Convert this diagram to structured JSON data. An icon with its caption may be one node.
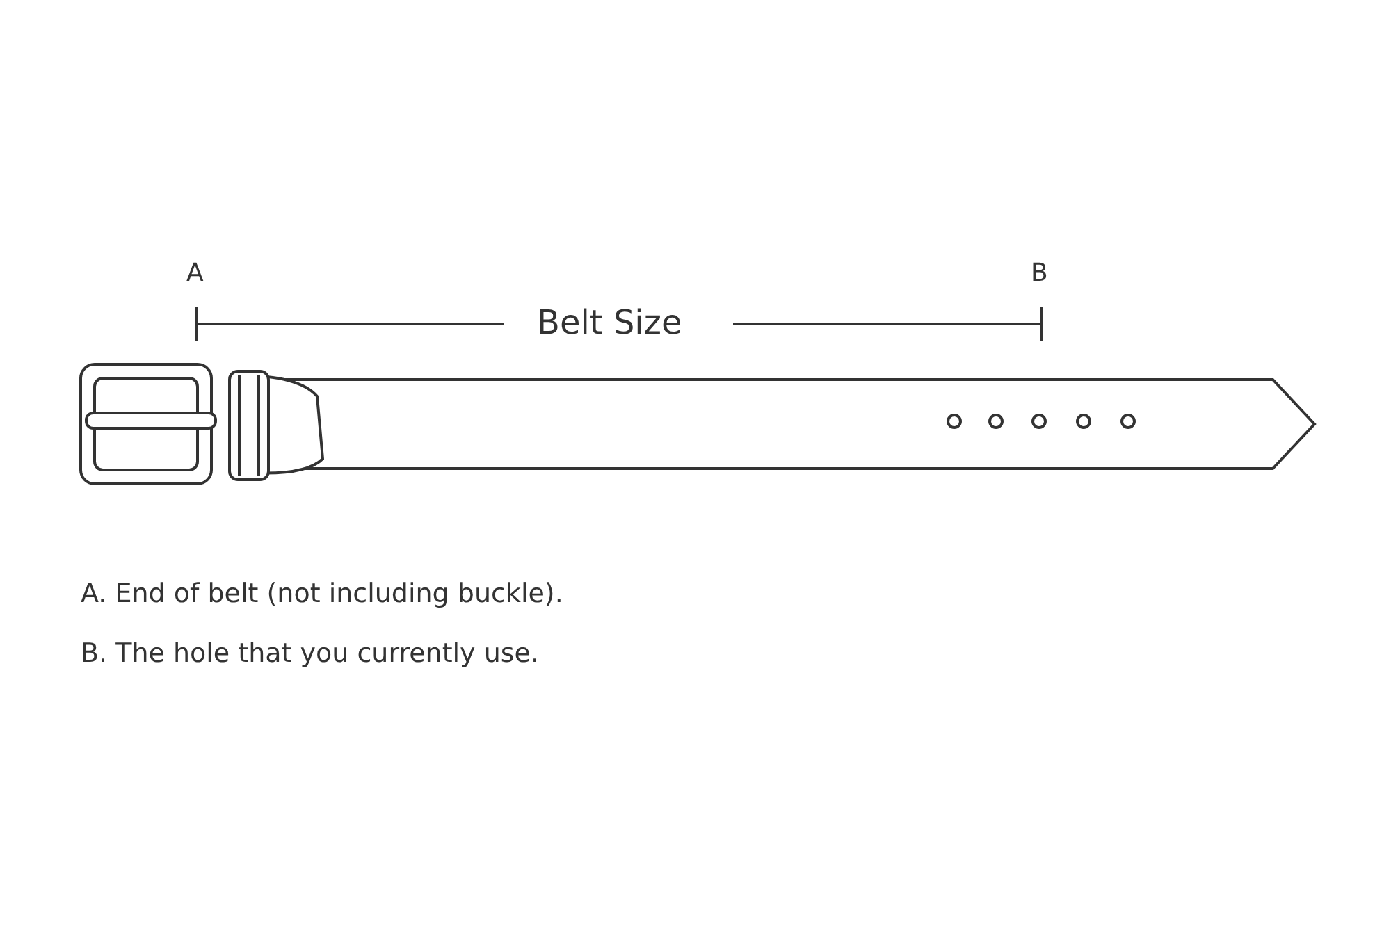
{
  "diagram": {
    "labels": [
      "A",
      "B",
      "Belt Size",
      "A. End of belt (not including buckle).",
      "B. The hole that you currently use."
    ]
  }
}
